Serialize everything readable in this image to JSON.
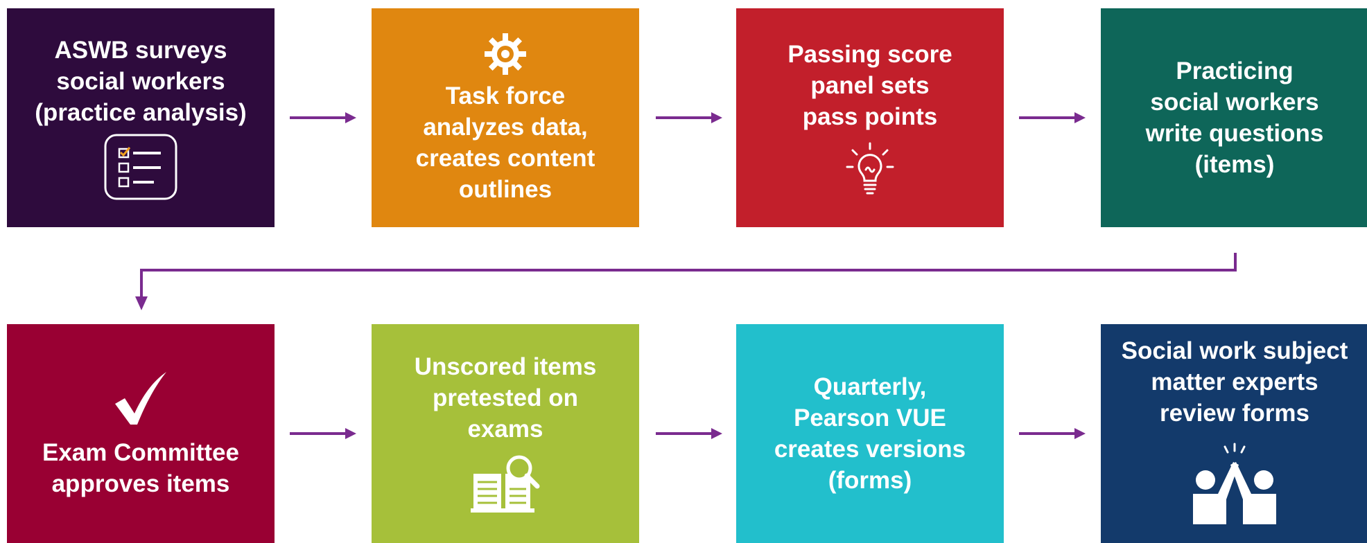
{
  "steps": [
    {
      "id": "step1",
      "label": "ASWB surveys\nsocial workers\n(practice analysis)",
      "color": "#2e0b3d",
      "icon": "checklist-icon"
    },
    {
      "id": "step2",
      "label": "Task force\nanalyzes data,\ncreates content\noutlines",
      "color": "#e08710",
      "icon": "gear-icon"
    },
    {
      "id": "step3",
      "label": "Passing score\npanel sets\npass points",
      "color": "#c21f2b",
      "icon": "lightbulb-icon"
    },
    {
      "id": "step4",
      "label": "Practicing\nsocial workers\nwrite questions\n(items)",
      "color": "#0e6659",
      "icon": ""
    },
    {
      "id": "step5",
      "label": "Exam Committee\napproves items",
      "color": "#990033",
      "icon": "checkmark-icon"
    },
    {
      "id": "step6",
      "label": "Unscored items\npretested on\nexams",
      "color": "#a6c03a",
      "icon": "book-search-icon"
    },
    {
      "id": "step7",
      "label": "Quarterly,\nPearson VUE\ncreates versions\n(forms)",
      "color": "#22bfcc",
      "icon": ""
    },
    {
      "id": "step8",
      "label": "Social work subject\nmatter experts\nreview forms",
      "color": "#133a6b",
      "icon": "high-five-icon"
    }
  ],
  "colors": {
    "arrow": "#7a2b8f"
  }
}
